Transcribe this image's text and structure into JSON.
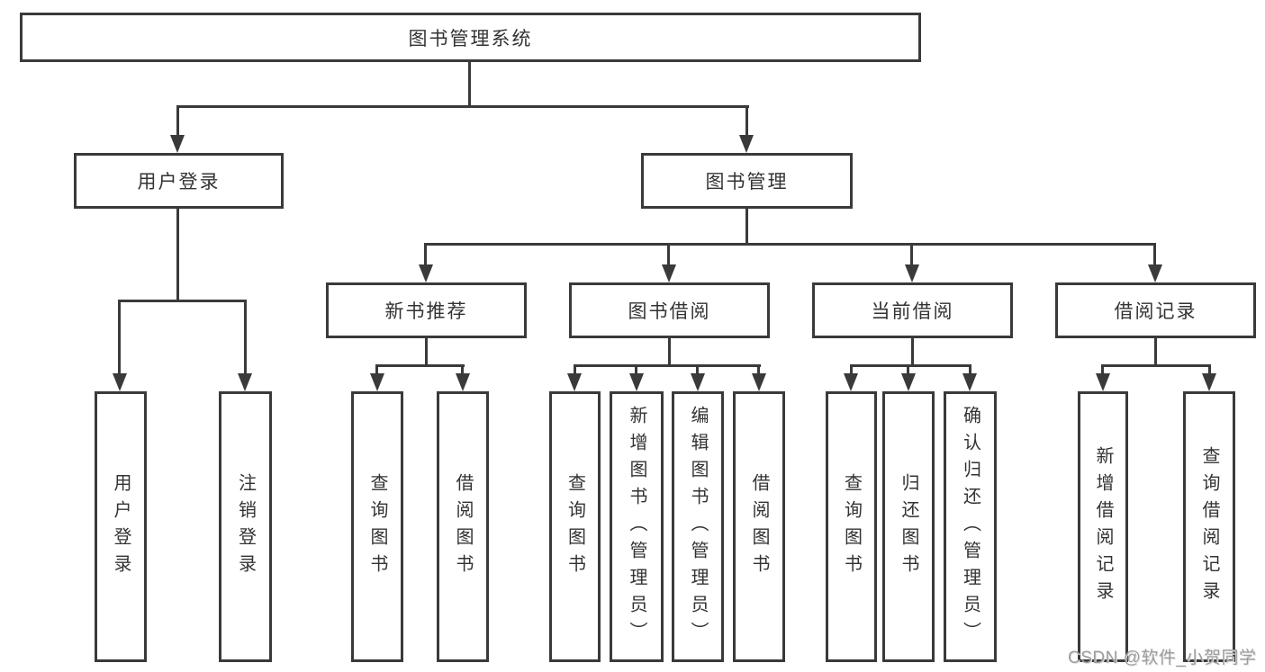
{
  "root": {
    "label": "图书管理系统"
  },
  "level2": [
    {
      "label": "用户登录"
    },
    {
      "label": "图书管理"
    }
  ],
  "level3": [
    {
      "label": "新书推荐"
    },
    {
      "label": "图书借阅"
    },
    {
      "label": "当前借阅"
    },
    {
      "label": "借阅记录"
    }
  ],
  "leaves": [
    {
      "label": "用户登录"
    },
    {
      "label": "注销登录"
    },
    {
      "label": "查询图书"
    },
    {
      "label": "借阅图书"
    },
    {
      "label": "查询图书"
    },
    {
      "label": "新增图书（管理员）"
    },
    {
      "label": "编辑图书（管理员）"
    },
    {
      "label": "借阅图书"
    },
    {
      "label": "查询图书"
    },
    {
      "label": "归还图书"
    },
    {
      "label": "确认归还（管理员）"
    },
    {
      "label": "新增借阅记录"
    },
    {
      "label": "查询借阅记录"
    }
  ],
  "watermark": "CSDN @软件_小贺同学",
  "colors": {
    "line": "#3a3a3a",
    "text": "#333333",
    "watermark": "#9d9d9d",
    "background": "#ffffff"
  }
}
